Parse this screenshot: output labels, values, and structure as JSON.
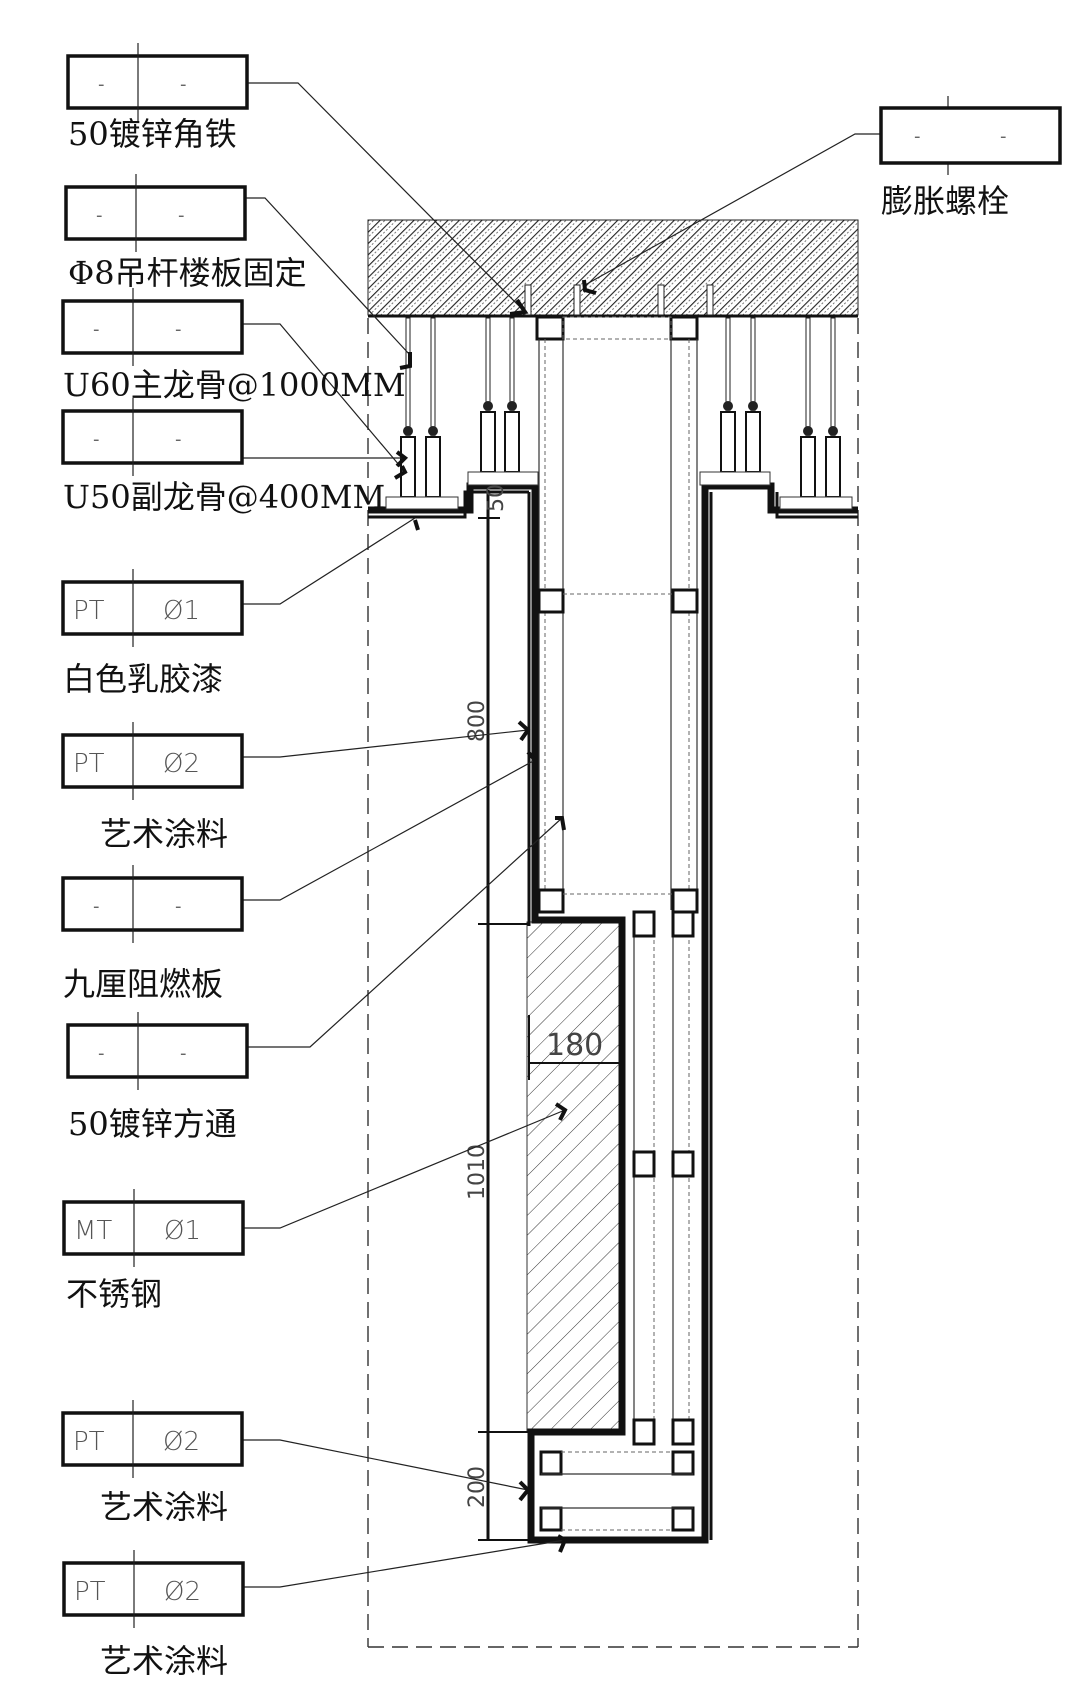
{
  "drawing": {
    "title": "Ceiling drop section detail",
    "callouts_left": [
      {
        "code_left": "-",
        "code_right": "-",
        "label": "50镀锌角铁"
      },
      {
        "code_left": "-",
        "code_right": "-",
        "label": "Φ8吊杆楼板固定"
      },
      {
        "code_left": "-",
        "code_right": "-",
        "label": "U60主龙骨@1000MM"
      },
      {
        "code_left": "-",
        "code_right": "-",
        "label": "U50副龙骨@400MM"
      },
      {
        "code_left": "PT",
        "code_right": "Ø1",
        "label": "白色乳胶漆"
      },
      {
        "code_left": "PT",
        "code_right": "Ø2",
        "label": "艺术涂料"
      },
      {
        "code_left": "-",
        "code_right": "-",
        "label": "九厘阻燃板"
      },
      {
        "code_left": "-",
        "code_right": "-",
        "label": "50镀锌方通"
      },
      {
        "code_left": "MT",
        "code_right": "Ø1",
        "label": "不锈钢"
      },
      {
        "code_left": "PT",
        "code_right": "Ø2",
        "label": "艺术涂料"
      },
      {
        "code_left": "PT",
        "code_right": "Ø2",
        "label": "艺术涂料"
      }
    ],
    "callout_right": {
      "code_left": "-",
      "code_right": "-",
      "label": "膨胀螺栓"
    },
    "dimensions": {
      "top_offset": "50",
      "upper_height": "800",
      "panel_depth": "180",
      "middle_height": "1010",
      "bottom_height": "200"
    }
  }
}
